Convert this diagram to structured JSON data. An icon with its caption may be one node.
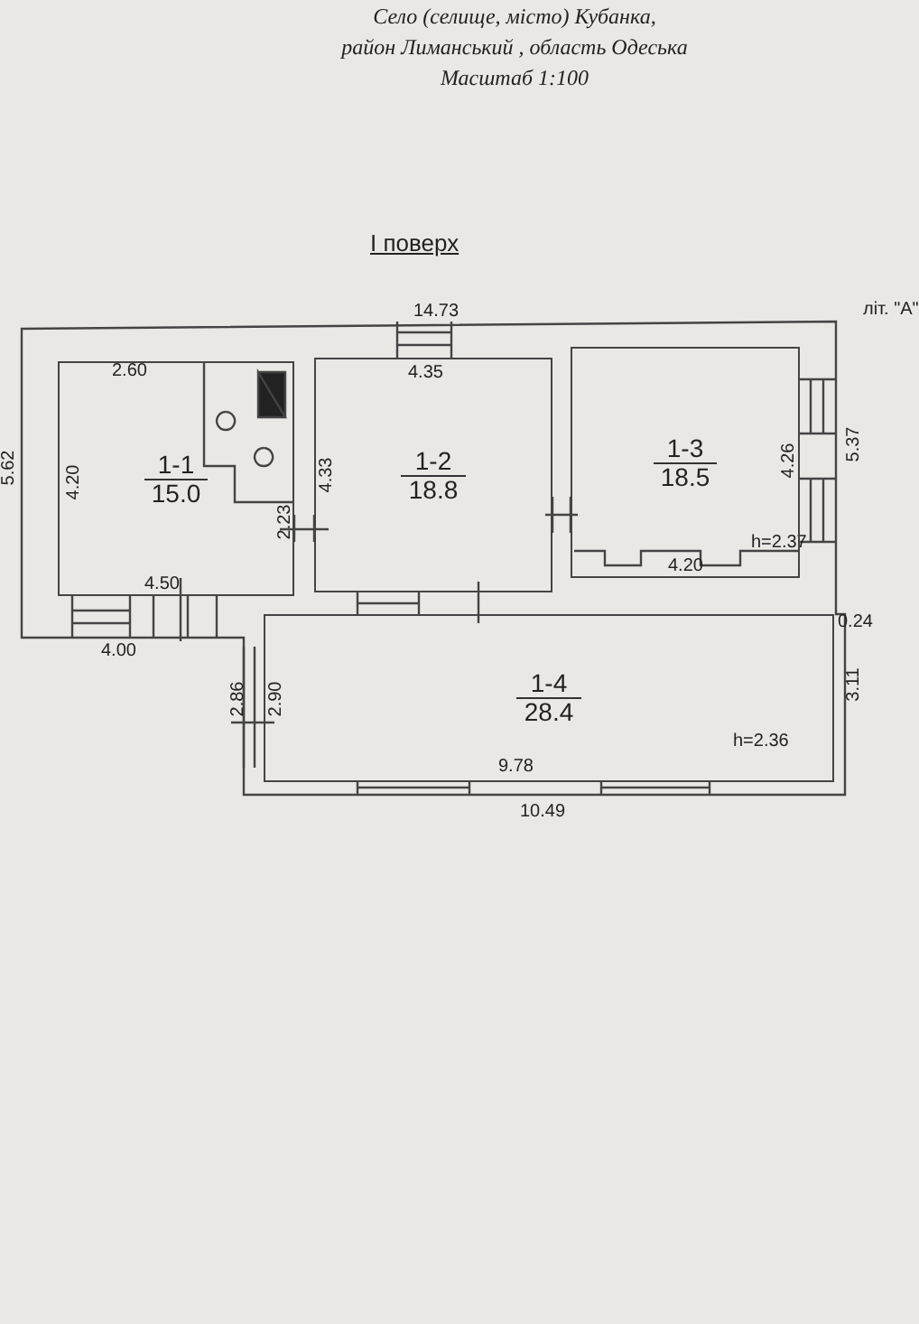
{
  "diagram": {
    "title": "І поверх",
    "nodes": [
      {
        "text": [
          "1-1",
          "15.0"
        ]
      },
      {
        "text": [
          "1-2",
          "18.8"
        ]
      },
      {
        "text": [
          "1-3",
          "18.5"
        ]
      },
      {
        "text": [
          "1-4",
          "28.4"
        ]
      }
    ],
    "edges": [],
    "labels": [
      "Село (селище, місто) Кубанка,",
      "район Лиманський , область Одеська",
      "Масштаб 1:100",
      "14.73",
      "літ. \"А\"",
      "2.60",
      "4.35",
      "5.62",
      "4.20",
      "4.33",
      "4.26",
      "5.37",
      "2.23",
      "h=2.37",
      "4.50",
      "4.20",
      "4.00",
      "0.24",
      "2.86",
      "2.90",
      "3.11",
      "h=2.36",
      "9.78",
      "10.49"
    ]
  }
}
